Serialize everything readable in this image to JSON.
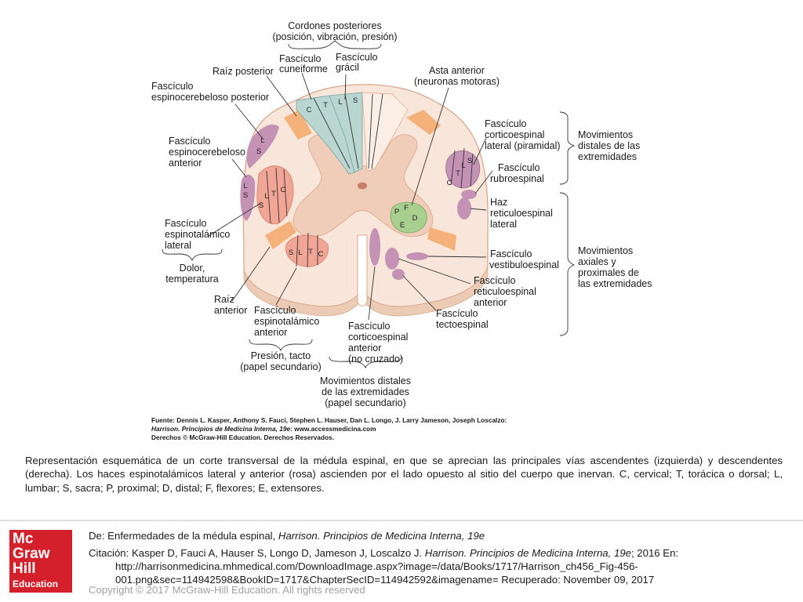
{
  "figure": {
    "labels": {
      "cordones_posteriores": [
        "Cordones posteriores",
        "(posición, vibración, presión)"
      ],
      "fasciculo_cuneiforme": [
        "Fascículo",
        "cuneiforme"
      ],
      "fasciculo_gracil": [
        "Fascículo",
        "grácil"
      ],
      "raiz_posterior": "Raíz posterior",
      "espinocerebeloso_posterior": [
        "Fascículo",
        "espinocerebeloso posterior"
      ],
      "espinocerebeloso_anterior": [
        "Fascículo",
        "espinocerebeloso",
        "anterior"
      ],
      "espinotalamico_lateral": [
        "Fascículo",
        "espinotalámico",
        "lateral"
      ],
      "dolor_temperatura": [
        "Dolor,",
        "temperatura"
      ],
      "raiz_anterior": [
        "Raíz",
        "anterior"
      ],
      "espinotalamico_anterior": [
        "Fascículo",
        "espinotalámico",
        "anterior"
      ],
      "presion_tacto": [
        "Presión, tacto",
        "(papel secundario)"
      ],
      "corticoespinal_anterior": [
        "Fascículo",
        "corticoespinal",
        "anterior",
        "(no cruzado)"
      ],
      "mov_distales_secundario": [
        "Movimientos distales",
        "de las extremidades",
        "(papel secundario)"
      ],
      "asta_anterior": [
        "Asta anterior",
        "(neuronas motoras)"
      ],
      "corticoespinal_lateral": [
        "Fascículo",
        "corticoespinal",
        "lateral (piramidal)"
      ],
      "rubroespinal": [
        "Fascículo",
        "rubroespinal"
      ],
      "reticuloespinal_lateral": [
        "Haz",
        "reticuloespinal",
        "lateral"
      ],
      "vestibuloespinal": [
        "Fascículo",
        "vestibuloespinal"
      ],
      "reticuloespinal_anterior": [
        "Fascículo",
        "reticuloespinal",
        "anterior"
      ],
      "tectoespinal": [
        "Fascículo",
        "tectoespinal"
      ],
      "mov_distales": [
        "Movimientos",
        "distales de las",
        "extremidades"
      ],
      "mov_axiales": [
        "Movimientos",
        "axiales y",
        "proximales de",
        "las extremidades"
      ]
    },
    "tract_letters": {
      "cuneate": [
        "C",
        "T"
      ],
      "gracile": [
        "L",
        "S"
      ],
      "spinocerebellar_posterior": [
        "L",
        "S"
      ],
      "spinocerebellar_anterior": [
        "L",
        "S"
      ],
      "spinothalamic_lateral": [
        "S",
        "L",
        "T",
        "C"
      ],
      "spinothalamic_anterior": [
        "S",
        "L",
        "T",
        "C"
      ],
      "corticospinal_lateral": [
        "C",
        "T",
        "L",
        "S"
      ],
      "anterior_horn": [
        "P",
        "F",
        "D",
        "E"
      ]
    },
    "source": {
      "line1": "Fuente: Dennis L. Kasper, Anthony S. Fauci, Stephen L. Hauser, Dan L. Longo, J. Larry Jameson, Joseph Loscalzo:",
      "line2_italic": "Harrison. Principios de Medicina Interna, 19e",
      "line2_rest": ": www.accessmedicina.com",
      "line3": "Derechos © McGraw-Hill Education. Derechos Reservados."
    },
    "colors": {
      "cord_fill": "#f8e6da",
      "gray_matter": "#f0cdb8",
      "roots": "#f4b27a",
      "dorsal_columns": "#b9d6d0",
      "tract_mauve": "#c492b4",
      "tract_salmon": "#f1a594",
      "anterior_horn_green": "#a9cf8e"
    }
  },
  "caption": "Representación esquemática de un corte transversal de la médula espinal, en que se aprecian las principales vías ascendentes (izquierda) y descendentes (derecha). Los haces espinotalámicos lateral y anterior (rosa) ascienden por el lado opuesto al sitio del cuerpo que inervan. C, cervical; T, torácica o dorsal; L, lumbar; S, sacra; P, proximal; D, distal; F, flexores; E, extensores.",
  "footer": {
    "logo": [
      "Mc",
      "Graw",
      "Hill",
      "Education"
    ],
    "de_label": "De: Enfermedades de la médula espinal, ",
    "de_italic": "Harrison. Principios de Medicina Interna, 19e",
    "citation_prefix": "Citación: Kasper D, Fauci A, Hauser S, Longo D, Jameson J, Loscalzo J. ",
    "citation_italic": "Harrison. Principios de Medicina Interna, 19e",
    "citation_suffix": "; 2016 En:",
    "citation_url1": "http://harrisonmedicina.mhmedical.com/DownloadImage.aspx?image=/data/Books/1717/Harrison_ch456_Fig-456-",
    "citation_url2": "001.png&sec=114942598&BookID=1717&ChapterSecID=114942592&imagename= Recuperado: November 09, 2017",
    "copyright": "Copyright © 2017 McGraw-Hill Education. All rights reserved"
  }
}
